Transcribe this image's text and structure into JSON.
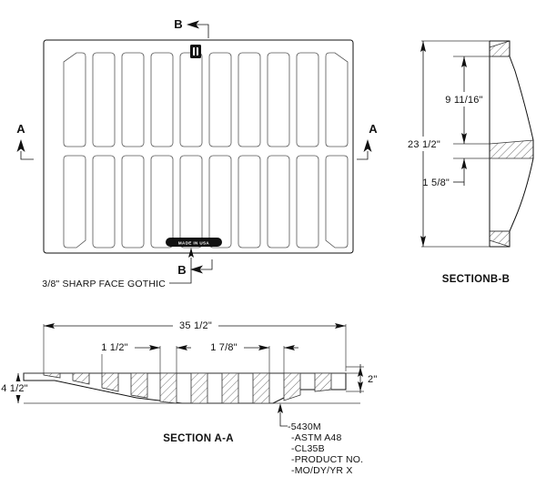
{
  "drawing": {
    "title": "Cast Iron Grate Engineering Drawing",
    "views": {
      "plan": {
        "name": "plan-view",
        "slot_rows": 2,
        "slots_per_row": 10,
        "badge_label": "MADE IN USA",
        "section_marks": {
          "left_a": "A",
          "right_a": "A",
          "top_b": "B",
          "bottom_b": "B"
        },
        "callout": "3/8\" SHARP FACE GOTHIC"
      },
      "section_bb": {
        "name": "section-b-b",
        "title": "SECTIONB-B",
        "dimensions": {
          "overall_height": "23 1/2\"",
          "upper": "9 11/16\"",
          "lower": "1 5/8\""
        }
      },
      "section_aa": {
        "name": "section-a-a",
        "title": "SECTION A-A",
        "dimensions": {
          "overall_width": "35 1/2\"",
          "rib_spacing_left": "1 1/2\"",
          "rib_spacing_right": "1 7/8\"",
          "overall_depth": "4 1/2\"",
          "edge_thickness": "2\""
        }
      }
    },
    "notes": [
      "-5430M",
      "-ASTM A48",
      "-CL35B",
      "-PRODUCT NO.",
      "-MO/DY/YR  X"
    ],
    "colors": {
      "line": "#111111",
      "slot_line": "#555555",
      "badge": "#111111",
      "background": "#ffffff"
    }
  }
}
